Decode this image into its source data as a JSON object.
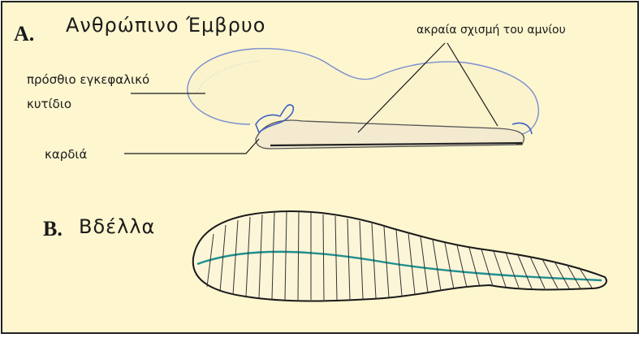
{
  "panel_a": {
    "letter": "A.",
    "title": "Ανθρώπινο Έμβρυο",
    "labels": {
      "amnion_fold": "ακραία σχισμή του αμνίου",
      "forebrain_line1": "πρόσθιο εγκεφαλικό",
      "forebrain_line2": "κυτίδιο",
      "heart": "καρδιά"
    }
  },
  "panel_b": {
    "letter": "B.",
    "title": "Βδέλλα"
  },
  "colors": {
    "background": "#fdf6cf",
    "ink": "#1a1a1a",
    "outline_blue": "#7a8fd0",
    "accent_blue": "#3f62c4",
    "teal_stripe": "#1f8f8f"
  }
}
